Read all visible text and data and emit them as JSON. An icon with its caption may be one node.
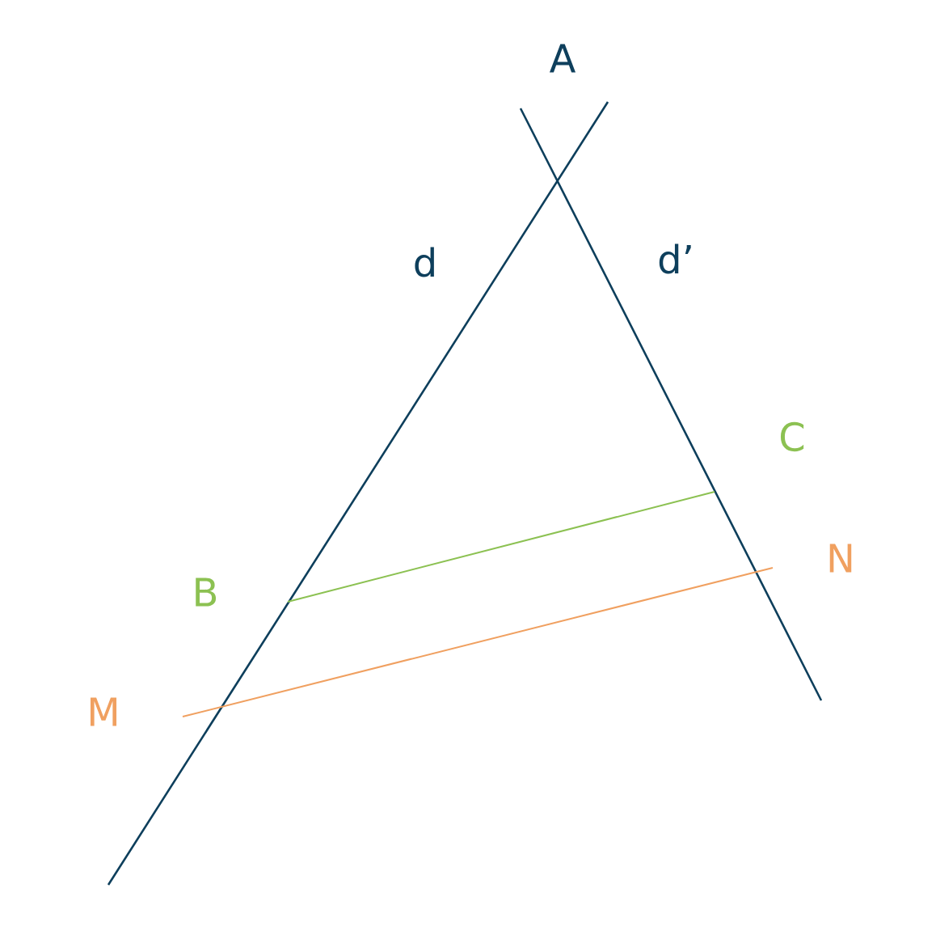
{
  "diagram": {
    "labels": [
      "A",
      "d",
      "d’",
      "C",
      "N",
      "B",
      "M"
    ]
  }
}
